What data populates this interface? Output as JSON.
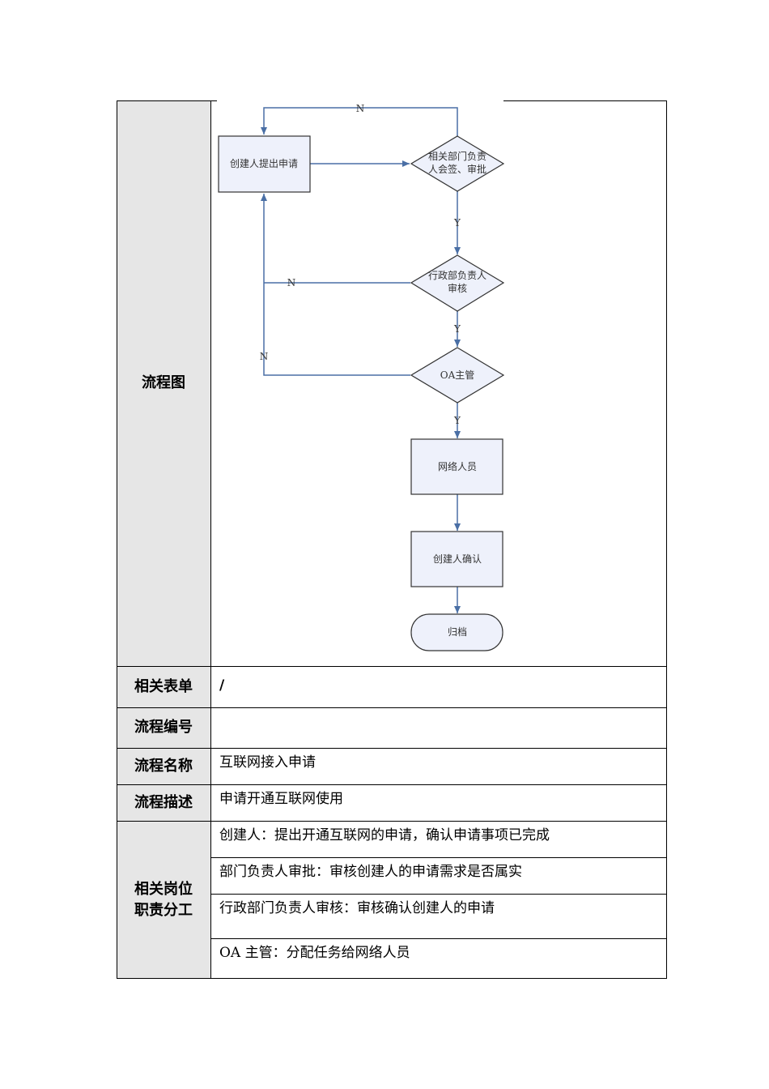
{
  "table": {
    "flowchart_label": "流程图",
    "forms_label": "相关表单",
    "forms_value": "/",
    "number_label": "流程编号",
    "number_value": "",
    "name_label": "流程名称",
    "name_value": "互联网接入申请",
    "desc_label": "流程描述",
    "desc_value": "申请开通互联网使用",
    "duties_label_line1": "相关岗位",
    "duties_label_line2": "职责分工",
    "duties": [
      "创建人：提出开通互联网的申请，确认申请事项已完成",
      "部门负责人审批：审核创建人的申请需求是否属实",
      "行政部门负责人审核：审核确认创建人的申请",
      "OA 主管：分配任务给网络人员"
    ]
  },
  "flowchart": {
    "nodes": {
      "applicant_submit": "创建人提出申请",
      "dept_head_line1": "相关部门负责",
      "dept_head_line2": "人会签、审批",
      "admin_head_line1": "行政部负责人",
      "admin_head_line2": "审核",
      "oa_manager": "OA主管",
      "network_staff": "网络人员",
      "applicant_confirm": "创建人确认",
      "archive": "归档"
    },
    "labels": {
      "no": "N",
      "yes": "Y"
    },
    "colors": {
      "box_fill": "#eef1fb",
      "arrow": "#4a6fa5",
      "box_stroke": "#333333"
    }
  }
}
